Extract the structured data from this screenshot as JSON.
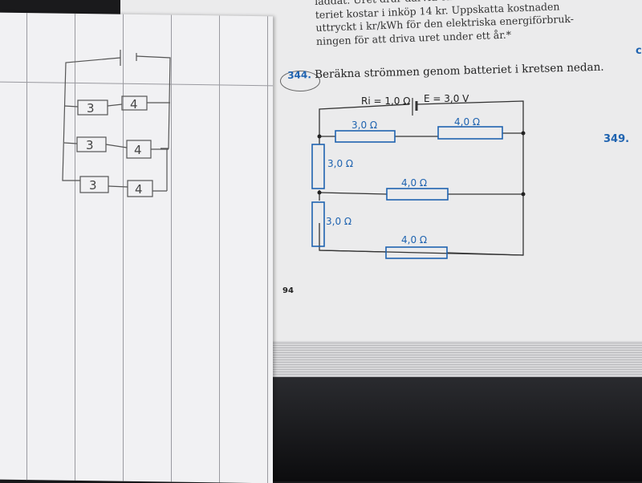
{
  "book": {
    "paragraph_lines": [
      "laddat. Uret drar darvid en ström",
      "teriet kostar i inköp 14 kr. Uppskatta kostnaden",
      "uttryckt i kr/kWh för den elektriska energiförbruk-",
      "ningen för att driva uret under ett år.*"
    ],
    "question_number": "344.",
    "question_text": "Beräkna strömmen genom batteriet i kretsen nedan.",
    "circuit": {
      "ri_label": "Ri = 1,0 Ω",
      "e_label": "E = 3,0 V",
      "r1": "3,0 Ω",
      "r2": "4,0 Ω",
      "r3": "3,0 Ω",
      "r4": "4,0 Ω",
      "r5": "3,0 Ω",
      "r6": "4,0 Ω"
    },
    "page_number": "94",
    "side_number": "349.",
    "side_letter": "c"
  },
  "sketch": {
    "labels": [
      "3",
      "4",
      "3",
      "4",
      "3",
      "4"
    ]
  },
  "colors": {
    "accent": "#1f63b0"
  }
}
